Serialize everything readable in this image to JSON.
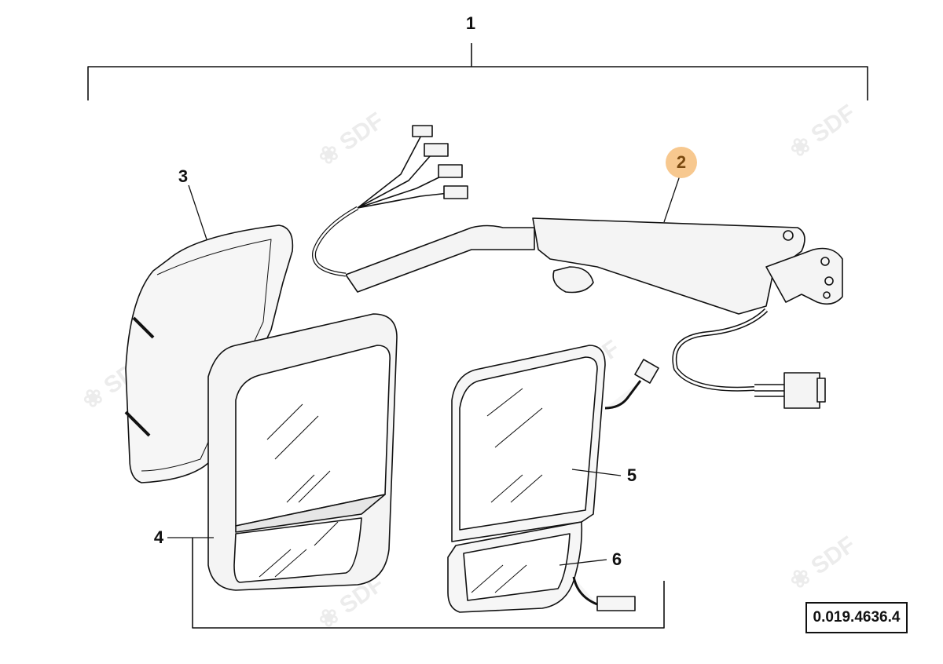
{
  "diagram": {
    "callouts": [
      {
        "id": "1",
        "label": "1"
      },
      {
        "id": "2",
        "label": "2",
        "highlighted": true
      },
      {
        "id": "3",
        "label": "3"
      },
      {
        "id": "4",
        "label": "4"
      },
      {
        "id": "5",
        "label": "5"
      },
      {
        "id": "6",
        "label": "6"
      }
    ],
    "reference_number": "0.019.4636.4",
    "watermark": "SDF",
    "colors": {
      "highlight_fill": "#f7c88f",
      "highlight_text": "#7a4a10",
      "line": "#111111",
      "part_fill": "#f2f2f2"
    }
  }
}
